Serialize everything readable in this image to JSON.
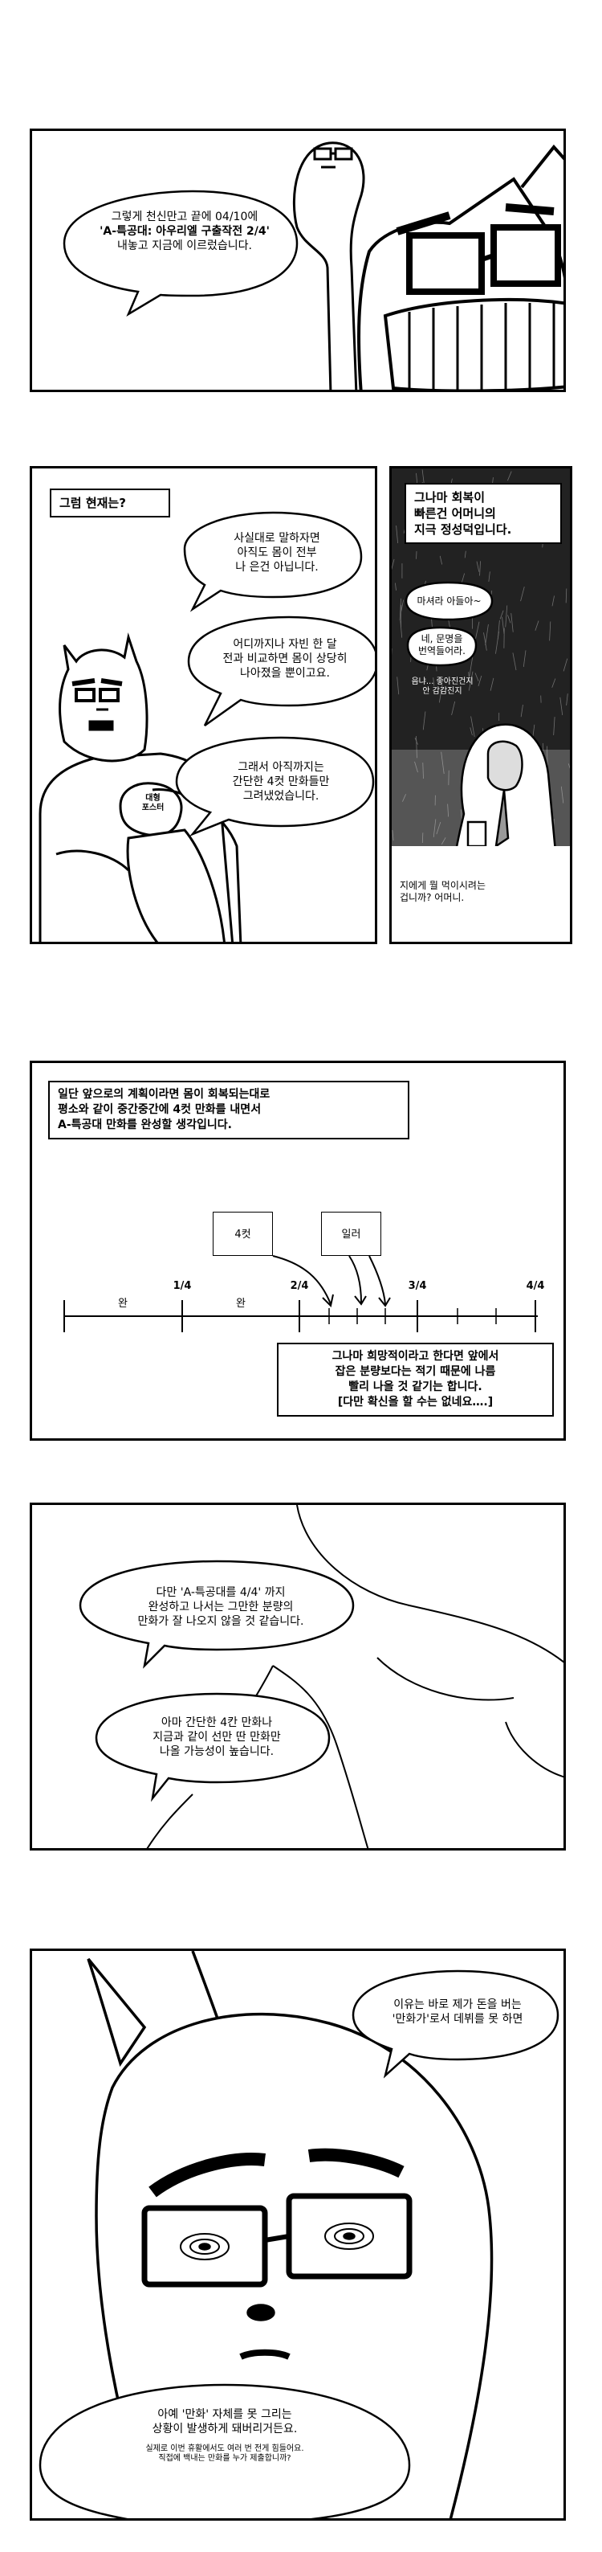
{
  "panel1": {
    "bubble": [
      "그렇게 천신만고 끝에 04/10에",
      "'A-특공대: 아우리엘 구출작전 2/4'",
      "내놓고 지금에 이르렀습니다."
    ]
  },
  "panel2": {
    "caption": "그럼 현재는?",
    "bubble1": [
      "사실대로 말하자면",
      "아직도 몸이 전부",
      "나 은건 아닙니다."
    ],
    "bubble2": [
      "어디까지나 자빈 한 달",
      "전과 비교하면 몸이 상당히",
      "나아졌을 뿐이고요."
    ],
    "bubble3": [
      "그래서 아직까지는",
      "간단한 4컷 만화들만",
      "그려냈었습니다."
    ],
    "patch": [
      "대형",
      "포스터"
    ]
  },
  "panel3": {
    "caption": [
      "그나마 회복이",
      "빠른건 어머니의",
      "지극 정성덕입니다."
    ],
    "bubble1": "마셔라 아들아~",
    "bubble2": [
      "네, 문명을",
      "번역들어라."
    ],
    "bubble3": [
      "음냐... 좋아진건지",
      "안 감감진지"
    ],
    "bubble4": [
      "지에게 뭘 먹이시려는",
      "겁니까? 어머니."
    ]
  },
  "panel4": {
    "caption": [
      "일단 앞으로의 계획이라면 몸이 회복되는대로",
      "평소와 같이 중간중간에 4컷 만화를 내면서",
      "A-특공대 만화를 완성할 생각입니다."
    ],
    "tick_labels": [
      "1/4",
      "2/4",
      "3/4",
      "4/4"
    ],
    "segment_labels": [
      "완",
      "완"
    ],
    "box1": "4컷",
    "box2": "일러",
    "bottom_caption": [
      "그나마 희망적이라고 한다면 앞에서",
      "잡은 분량보다는 적기 때문에 나름",
      "빨리 나올 것 같기는 합니다.",
      "[다만 확신을 할 수는 없네요….]"
    ]
  },
  "panel5": {
    "bubble1": [
      "다만 'A-특공대를 4/4' 까지",
      "완성하고 나서는 그만한 분량의",
      "만화가 잘 나오지 않을 것 같습니다."
    ],
    "bubble2": [
      "아마 간단한 4칸 만화나",
      "지금과 같이 선만 딴 만화만",
      "나올 가능성이 높습니다."
    ]
  },
  "panel6": {
    "bubble1": [
      "이유는 바로 제가 돈을 버는",
      "'만화가'로서 데뷔를 못 하면"
    ],
    "bubble2": [
      "아예 '만화' 자체를 못 그리는",
      "상황이 발생하게 돼버리거든요."
    ],
    "bubble2_small": [
      "실제로 이번 휴활에서도 여러 번 전게 힘들어요.",
      "직접에 백내는 만화를 누가 제출합니까?"
    ]
  }
}
